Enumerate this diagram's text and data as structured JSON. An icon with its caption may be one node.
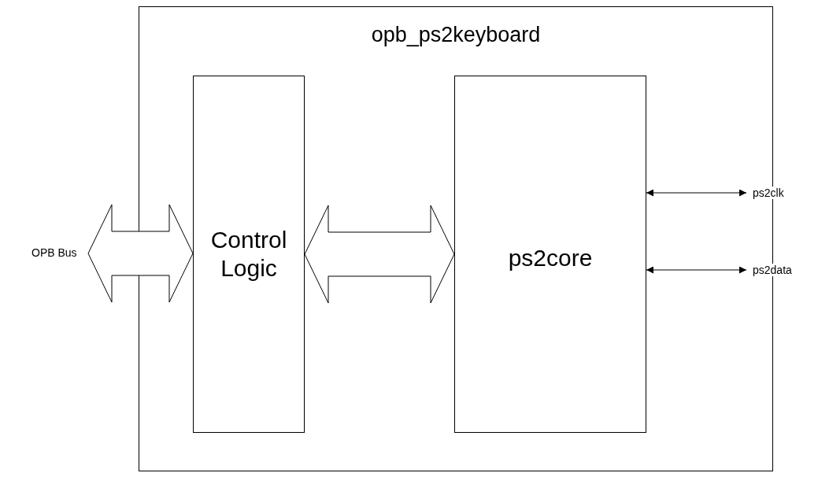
{
  "diagram": {
    "nodes": [
      {
        "text": [
          "opb_ps2keyboard"
        ]
      },
      {
        "text": [
          "Control Logic"
        ],
        "in": 0
      },
      {
        "text": [
          "ps2core"
        ],
        "in": 0
      },
      {
        "text": [
          "OPB Bus"
        ]
      },
      {
        "text": [
          "ps2clk"
        ]
      },
      {
        "text": [
          "ps2data"
        ]
      }
    ],
    "edges": [
      {
        "from": 3,
        "to": 1,
        "arrow": "both",
        "style": "thick"
      },
      {
        "from": 1,
        "to": 2,
        "arrow": "both",
        "style": "thick"
      },
      {
        "from": 2,
        "to": 4,
        "arrow": "both"
      },
      {
        "from": 2,
        "to": 5,
        "arrow": "both"
      }
    ]
  }
}
